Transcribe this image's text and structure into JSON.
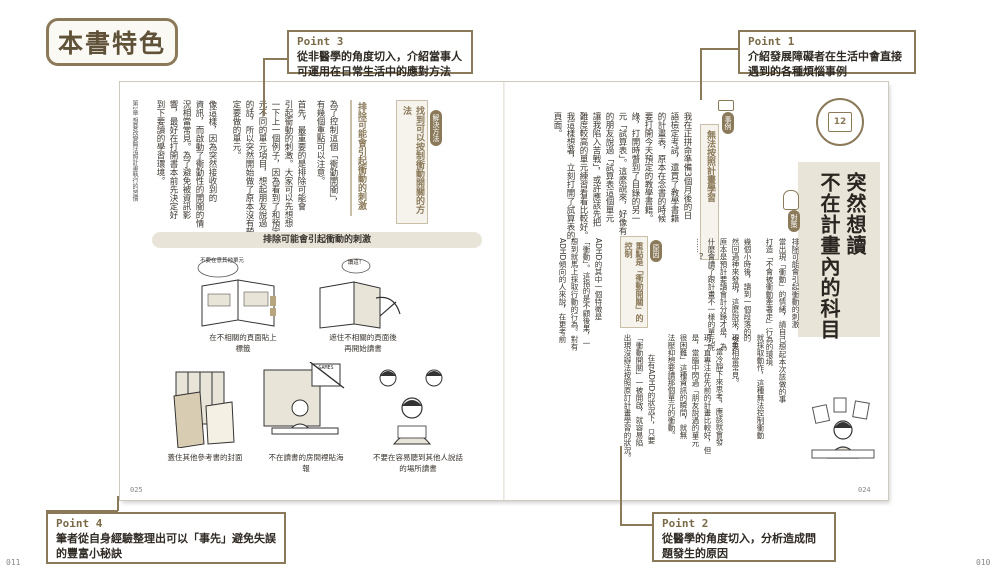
{
  "header": {
    "title": "本書特色"
  },
  "callouts": {
    "p1": {
      "label": "Point 1",
      "text": "介紹發展障礙者在生活中會直接遇到的各種煩惱事例"
    },
    "p2": {
      "label": "Point 2",
      "text": "從醫學的角度切入，分析造成問題發生的原因"
    },
    "p3": {
      "label": "Point 3",
      "text": "從非醫學的角度切入，介紹當事人可運用在日常生活中的應對方法"
    },
    "p4": {
      "label": "Point 4",
      "text": "筆者從自身經驗整理出可以「事先」避免失誤的豐富小秘訣"
    }
  },
  "right_page": {
    "chapter_number": "12",
    "title_line1": "突然想讀",
    "title_line2": "不在計畫內的科目",
    "intro_tag": "對策",
    "intro_line1": "排除可能會引起衝動的刺激",
    "intro_line2": "當出現「衝動」的情緒，請自己想起本次該做的事",
    "intro_line3": "打造「不會被衝動牽著走」行為的環境",
    "case_tag": "事例",
    "case_heading": "無法按照計畫學習",
    "case_col1": "我在正拼命準備3個月後的日",
    "case_col2": "語檢定考試，還買了教學書籍",
    "case_col3": "的計畫表，原本在念書的時候",
    "case_col4": "要打開今天預定的教學書籍。",
    "case_col5": "綠，打開時瞥到了目錄的另一",
    "case_col6": "元「試算表」。這麼說來，好像有",
    "case_col7": "的朋友說過「試算表這個單元",
    "case_col8": "讓我陷入苦戰」，或許應該先把",
    "case_col9": "難度較高的單元練習看看比較好。",
    "case_col10": "我這樣想著，立刻打開了試算表的",
    "case_col11": "頁面。",
    "cause_tag": "原因",
    "cause_heading": "重點是「衝動開關」的控制",
    "cause_col1": "幾個小時後，讀到一個段落的",
    "cause_col2": "然回過神來發現，這麼說來，今天",
    "cause_col3": "原本是預計要讀會計分錄才是，為",
    "cause_col4": "什麼會讀了跟計畫不一樣的單元呢",
    "cause_col5": "……？",
    "cause_col6": "ADHD的其中一個特徵是",
    "cause_col7": "「衝動」。這指的是不顧後果，一",
    "cause_col8": "想到就馬上採取行動的行為。對有",
    "cause_col9": "ADHD傾向的人來說，在更考前",
    "far_col1": "就採取動作，這種無法控制衝動的",
    "far_col2": "現象相當常見。",
    "far_col3": "當冷靜下來思考，應該就會發",
    "far_col4": "現一直專注在先前的計畫比較好，但",
    "far_col5": "是，當腦中閃過「朋友說過的單元",
    "far_col6": "很困難」這種資訊的瞬間，就無",
    "far_col7": "法壓抑想要讀那個單元的衝動。",
    "far_col8": "在有ADHD的狀況下，只要",
    "far_col9": "「衝動開關」一被開啟，就容易陷",
    "far_col10": "出現沒辦法按照原訂計畫學習的狀況。",
    "page_number": "024"
  },
  "left_page": {
    "method_tag": "解決方法",
    "method_heading": "找到可以按制衝動開關的方法",
    "sub_heading": "排除可能會引起衝動的刺激",
    "body_col1": "為了控制這個「衝動開關」，",
    "body_col2": "有幾個重點可以注意。",
    "body_col3": "首先，最重要的是排除可能會",
    "body_col4": "引起衝動的刺激。大家可以先想想",
    "body_col5": "一下上一個例子，因為看到了和預定學",
    "body_col6": "元不同的單元項目，想起朋友說過",
    "body_col7": "的話，所以突然開始做了原本沒有預",
    "body_col8": "定要做的單元。",
    "body_col9": "像這樣，因為突然接收到的",
    "body_col10": "資訊，而啟動了衝動性的開關的情",
    "body_col11": "況相當常見。為了避免被資訊影",
    "body_col12": "響，最好在打開書本前先決定好",
    "body_col13": "到下要讀的學習環境。",
    "running_head": "第1章 想要改變無法照計畫執行的習慣",
    "banner": "排除可能會引起衝動的刺激",
    "caption1": "在不相關的頁面貼上標籤",
    "caption2": "遮住不相關的頁面後再開始讀書",
    "caption3": "蓋住其他參考書的封面",
    "caption4": "不在讀書的房間裡貼海報",
    "caption5": "不要在容易聽到其他人說話的場所讀書",
    "bubble1": "不要在意其他單元",
    "bubble2": "讀這！",
    "poster_text": "GAMES",
    "page_number": "025"
  },
  "outer": {
    "left_number": "011",
    "right_number": "010"
  }
}
